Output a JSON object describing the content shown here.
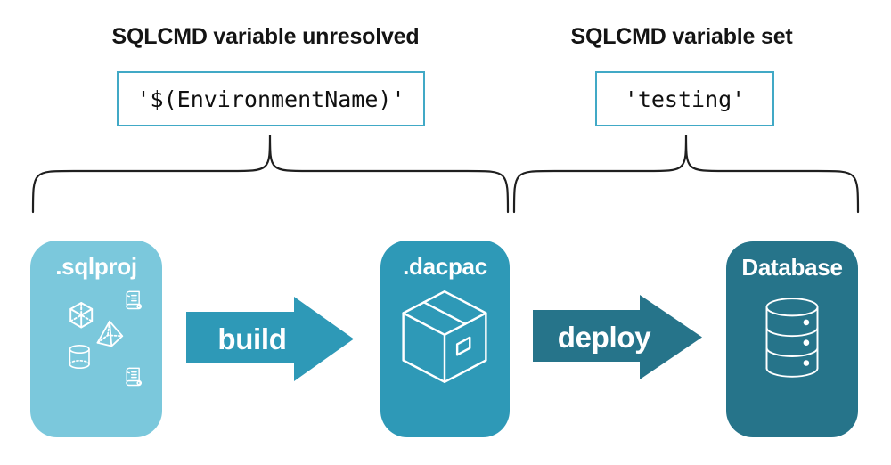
{
  "diagram": {
    "unresolved": {
      "heading": "SQLCMD variable unresolved",
      "code": "'$(EnvironmentName)'"
    },
    "set": {
      "heading": "SQLCMD variable set",
      "code": "'testing'"
    },
    "stages": [
      {
        "label": ".sqlproj",
        "icon": "sql-project-objects-icon"
      },
      {
        "label": ".dacpac",
        "icon": "package-box-icon"
      },
      {
        "label": "Database",
        "icon": "database-icon"
      }
    ],
    "arrows": [
      {
        "label": "build"
      },
      {
        "label": "deploy"
      }
    ],
    "colors": {
      "sqlproj_card": "#7BC8DC",
      "dacpac_card": "#2E99B7",
      "database_card": "#26748A",
      "build_arrow": "#2E99B7",
      "deploy_arrow": "#26748A",
      "code_box_border": "#41A9C6",
      "brace_stroke": "#1F1F1F",
      "icon_stroke": "#FFFFFF",
      "heading_text": "#141414"
    }
  }
}
